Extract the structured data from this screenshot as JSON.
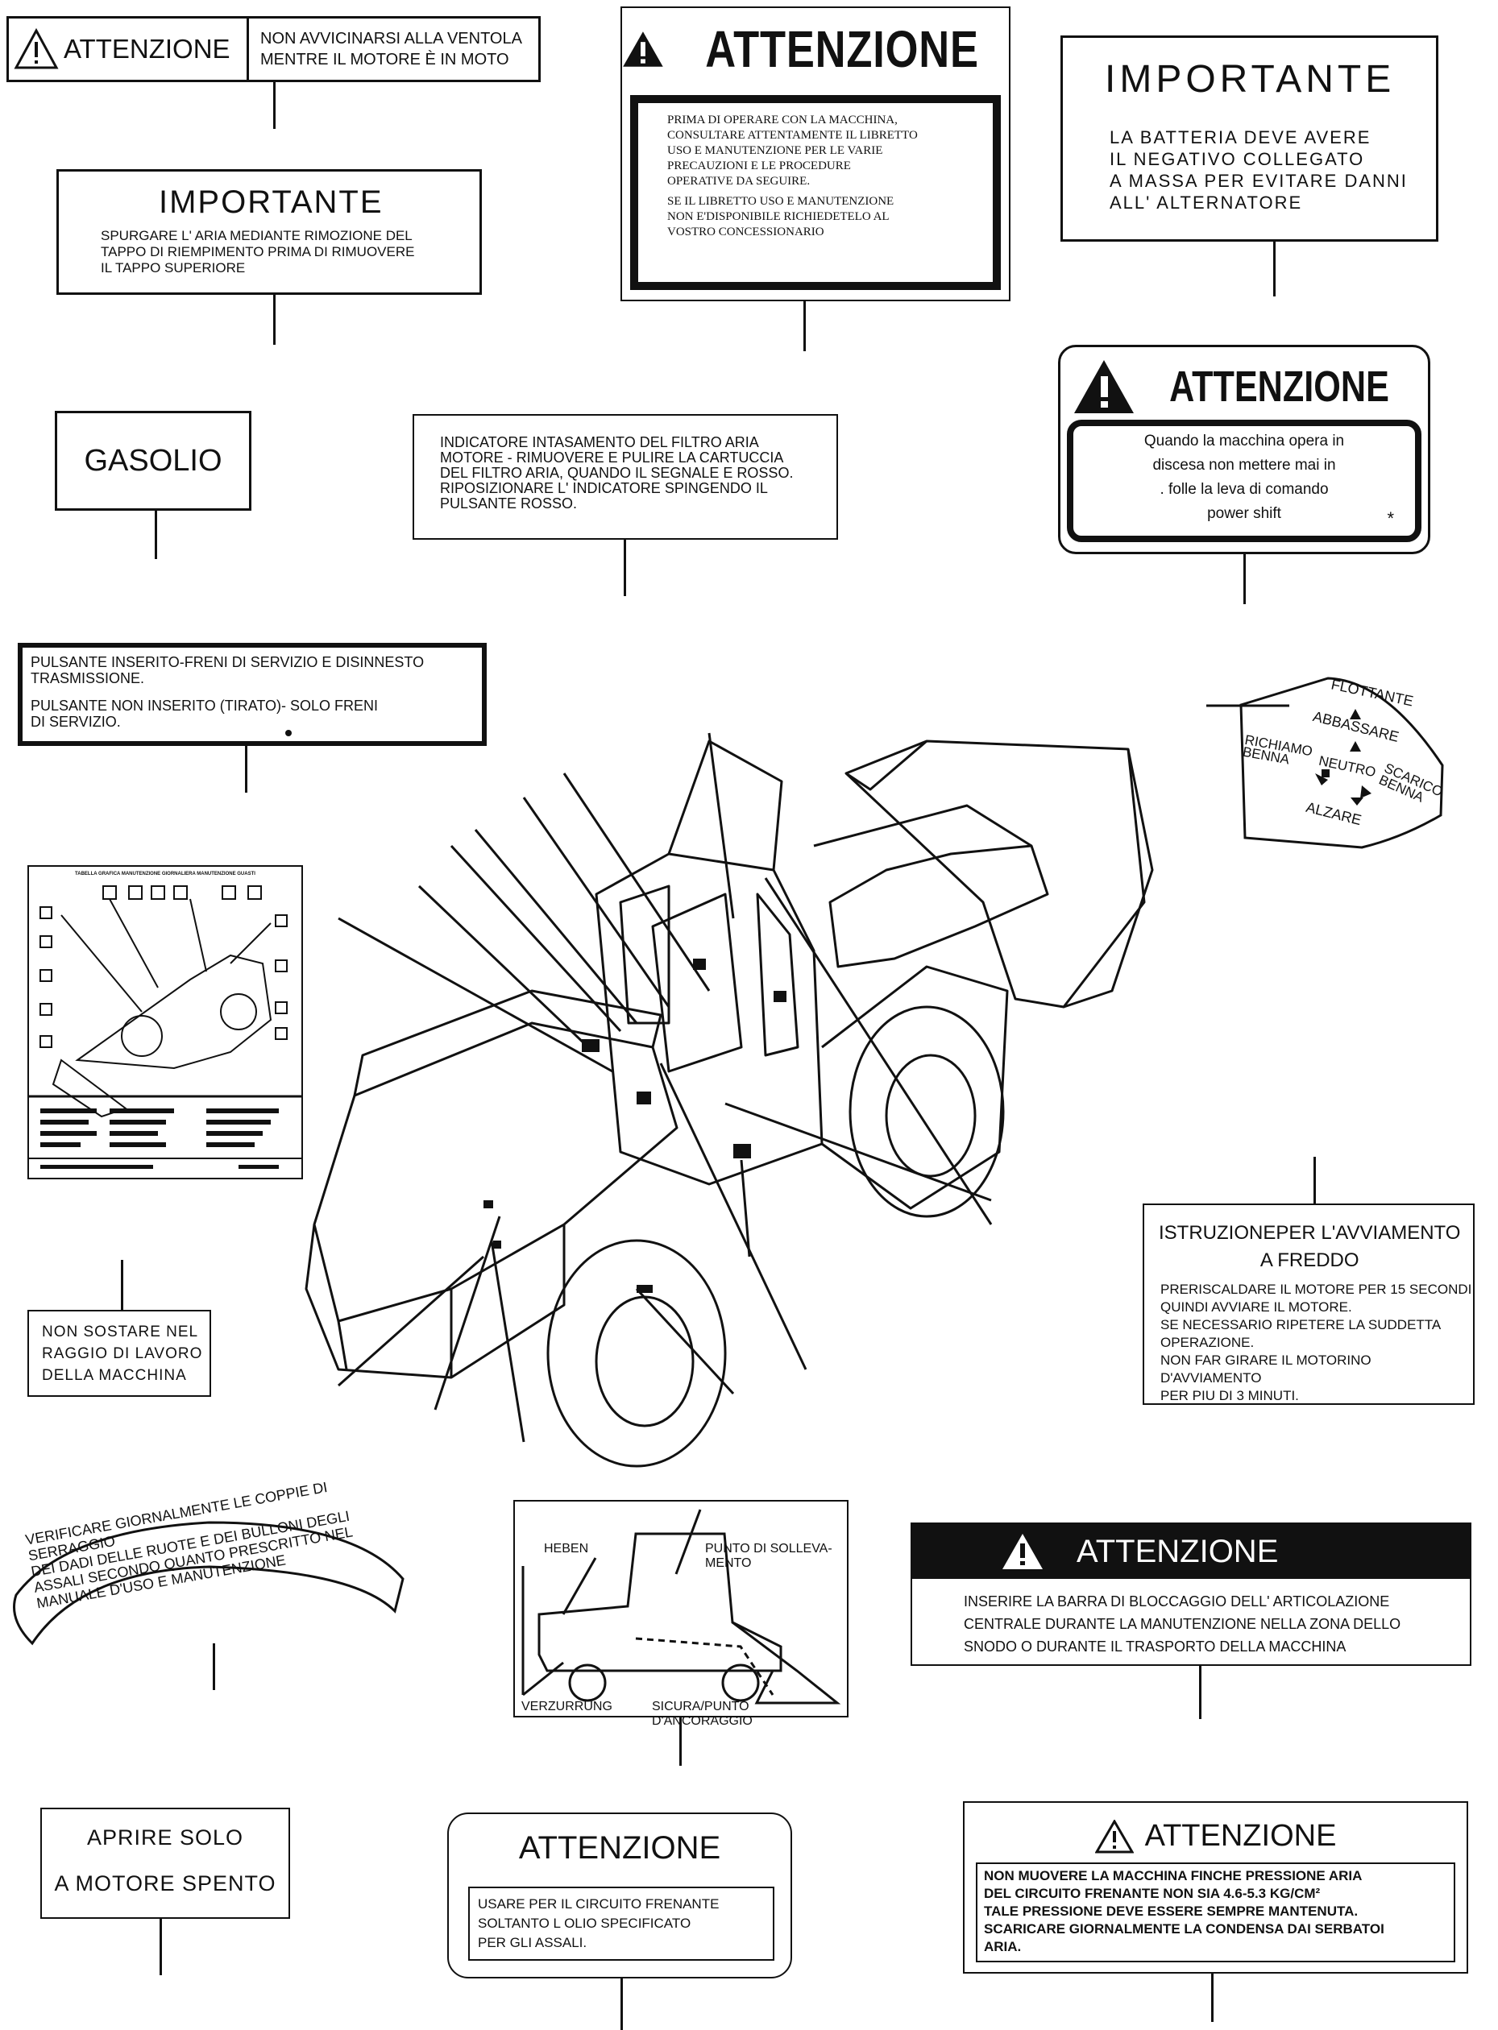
{
  "decals": {
    "fan_warning": {
      "title": "ATTENZIONE",
      "text": "NON AVVICINARSI ALLA VENTOLA\nMENTRE IL MOTORE È IN MOTO"
    },
    "manual_warning": {
      "title": "ATTENZIONE",
      "text": "PRIMA DI OPERARE CON LA MACCHINA,\nCONSULTARE ATTENTAMENTE IL LIBRETTO\nUSO E MANUTENZIONE PER LE VARIE\nPRECAUZIONI E LE PROCEDURE\nOPERATIVE DA SEGUIRE.",
      "text2": "SE IL LIBRETTO USO E MANUTENZIONE\nNON E'DISPONIBILE RICHIEDETELO AL\nVOSTRO CONCESSIONARIO"
    },
    "battery_important": {
      "title": "IMPORTANTE",
      "text": "LA BATTERIA DEVE AVERE\nIL NEGATIVO COLLEGATO\nA MASSA PER EVITARE DANNI\nALL' ALTERNATORE"
    },
    "air_purge": {
      "title": "IMPORTANTE",
      "text": "SPURGARE L' ARIA MEDIANTE RIMOZIONE DEL\nTAPPO DI RIEMPIMENTO PRIMA DI RIMUOVERE\nIL TAPPO SUPERIORE"
    },
    "fuel": {
      "text": "GASOLIO"
    },
    "air_filter": {
      "text": "INDICATORE INTASAMENTO DEL FILTRO ARIA\nMOTORE - RIMUOVERE E PULIRE LA CARTUCCIA\nDEL FILTRO ARIA, QUANDO IL SEGNALE E ROSSO.\nRIPOSIZIONARE L' INDICATORE SPINGENDO IL\nPULSANTE ROSSO."
    },
    "downhill_warning": {
      "title": "ATTENZIONE",
      "line1": "Quando la macchina opera in",
      "line2": "discesa non mettere mai in",
      "line3": ". folle la leva di comando",
      "line4": "power shift",
      "mark": "*"
    },
    "brake_button": {
      "line1": "PULSANTE INSERITO-FRENI DI SERVIZIO E DISINNESTO\nTRASMISSIONE.",
      "line2": "PULSANTE NON INSERITO (TIRATO)- SOLO FRENI\nDI SERVIZIO."
    },
    "lever_pattern": {
      "flottante": "FLOTTANTE",
      "abbassare": "ABBASSARE",
      "richiamo": "RICHIAMO\nBENNA",
      "neutro": "NEUTRO",
      "scarico": "SCARICO\nBENNA",
      "alzare": "ALZARE"
    },
    "maintenance_chart": {
      "title": "TABELLA GRAFICA MANUTENZIONE GIORNALIERA MANUTENZIONE GUASTI"
    },
    "work_radius": {
      "text": "NON SOSTARE NEL\nRAGGIO DI LAVORO\nDELLA MACCHINA"
    },
    "cold_start": {
      "title": "ISTRUZIONEPER L'AVVIAMENTO\nA FREDDO",
      "text": "PRERISCALDARE IL MOTORE PER 15 SECONDI\nQUINDI AVVIARE IL MOTORE.\nSE NECESSARIO RIPETERE LA SUDDETTA\nOPERAZIONE.\nNON FAR GIRARE IL MOTORINO D'AVVIAMENTO\nPER PIU DI 3 MINUTI."
    },
    "wheel_nuts": {
      "text": "VERIFICARE GIORNALMENTE LE COPPIE DI SERRAGGIO\nDEI DADI DELLE RUOTE E DEI BULLONI DEGLI\nASSALI SECONDO QUANTO PRESCRITTO NEL\nMANUALE D'USO E MANUTENZIONE"
    },
    "lifting_points": {
      "heben": "HEBEN",
      "lift": "PUNTO DI SOLLEVA-\nMENTO",
      "verzurrung": "VERZURRUNG",
      "anchor": "SICURA/PUNTO D'ANCORAGGIO"
    },
    "articulation_warning": {
      "title": "ATTENZIONE",
      "text": "INSERIRE LA BARRA DI BLOCCAGGIO DELL' ARTICOLAZIONE\nCENTRALE DURANTE LA MANUTENZIONE NELLA ZONA DELLO\nSNODO O DURANTE IL TRASPORTO DELLA MACCHINA"
    },
    "engine_off": {
      "line1": "APRIRE SOLO",
      "line2": "A MOTORE SPENTO"
    },
    "brake_oil": {
      "title": "ATTENZIONE",
      "text": "USARE PER IL CIRCUITO FRENANTE\nSOLTANTO L OLIO SPECIFICATO\nPER GLI ASSALI."
    },
    "air_pressure": {
      "title": "ATTENZIONE",
      "text": "NON MUOVERE LA MACCHINA FINCHE PRESSIONE ARIA\nDEL CIRCUITO FRENANTE NON SIA 4.6-5.3 KG/CM²\nTALE PRESSIONE DEVE ESSERE SEMPRE MANTENUTA.\nSCARICARE GIORNALMENTE LA CONDENSA DAI SERBATOI\nARIA."
    }
  },
  "icons": {
    "warning": "warning-triangle-icon",
    "loader": "wheel-loader-illustration"
  }
}
